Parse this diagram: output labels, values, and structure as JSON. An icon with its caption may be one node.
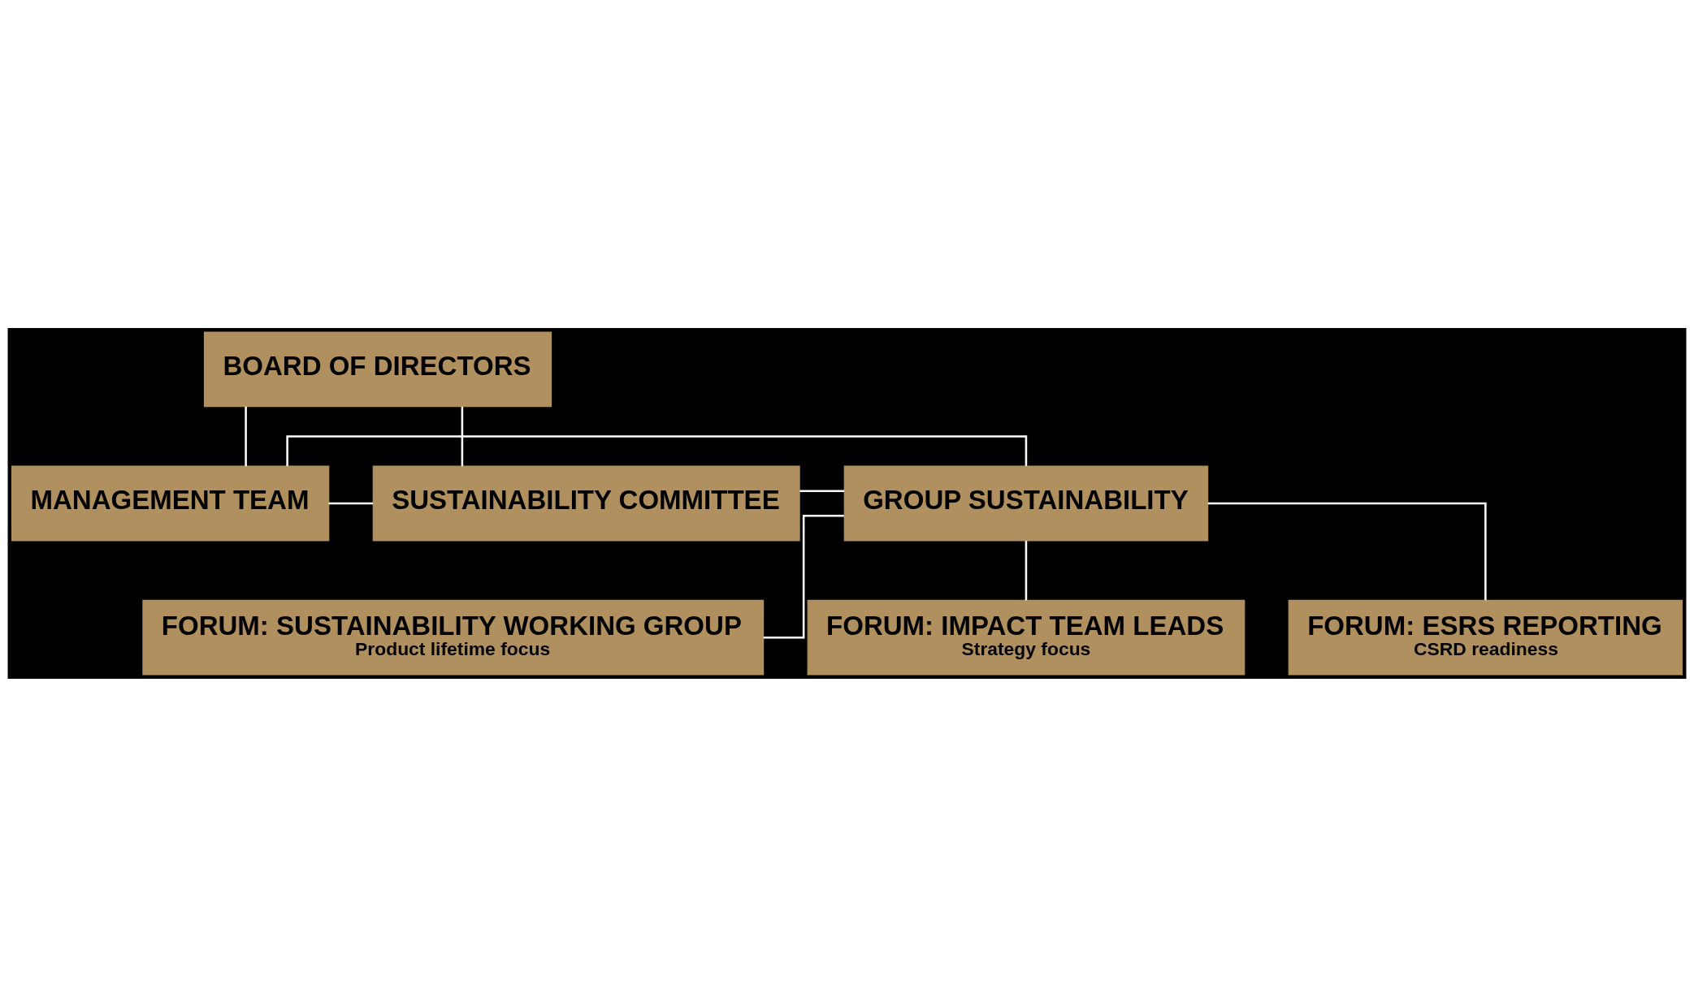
{
  "diagram": {
    "nodes": [
      {
        "text": [
          "BOARD OF DIRECTORS"
        ]
      },
      {
        "text": [
          "MANAGEMENT TEAM"
        ]
      },
      {
        "text": [
          "SUSTAINABILITY COMMITTEE"
        ]
      },
      {
        "text": [
          "GROUP SUSTAINABILITY"
        ]
      },
      {
        "text": [
          "FORUM: SUSTAINABILITY WORKING GROUP",
          "Product lifetime focus"
        ]
      },
      {
        "text": [
          "FORUM: IMPACT TEAM LEADS",
          "Strategy focus"
        ]
      },
      {
        "text": [
          "FORUM: ESRS REPORTING",
          "CSRD readiness"
        ]
      }
    ],
    "edges": [
      {
        "from": 0,
        "to": 1,
        "arrow": "none"
      },
      {
        "from": 0,
        "to": 2,
        "arrow": "none"
      },
      {
        "from": 1,
        "to": 2,
        "arrow": "none"
      },
      {
        "from": 1,
        "to": 3,
        "arrow": "none"
      },
      {
        "from": 2,
        "to": 3,
        "arrow": "none"
      },
      {
        "from": 3,
        "to": 4,
        "arrow": "none"
      },
      {
        "from": 3,
        "to": 5,
        "arrow": "none"
      },
      {
        "from": 3,
        "to": 6,
        "arrow": "none"
      }
    ]
  }
}
